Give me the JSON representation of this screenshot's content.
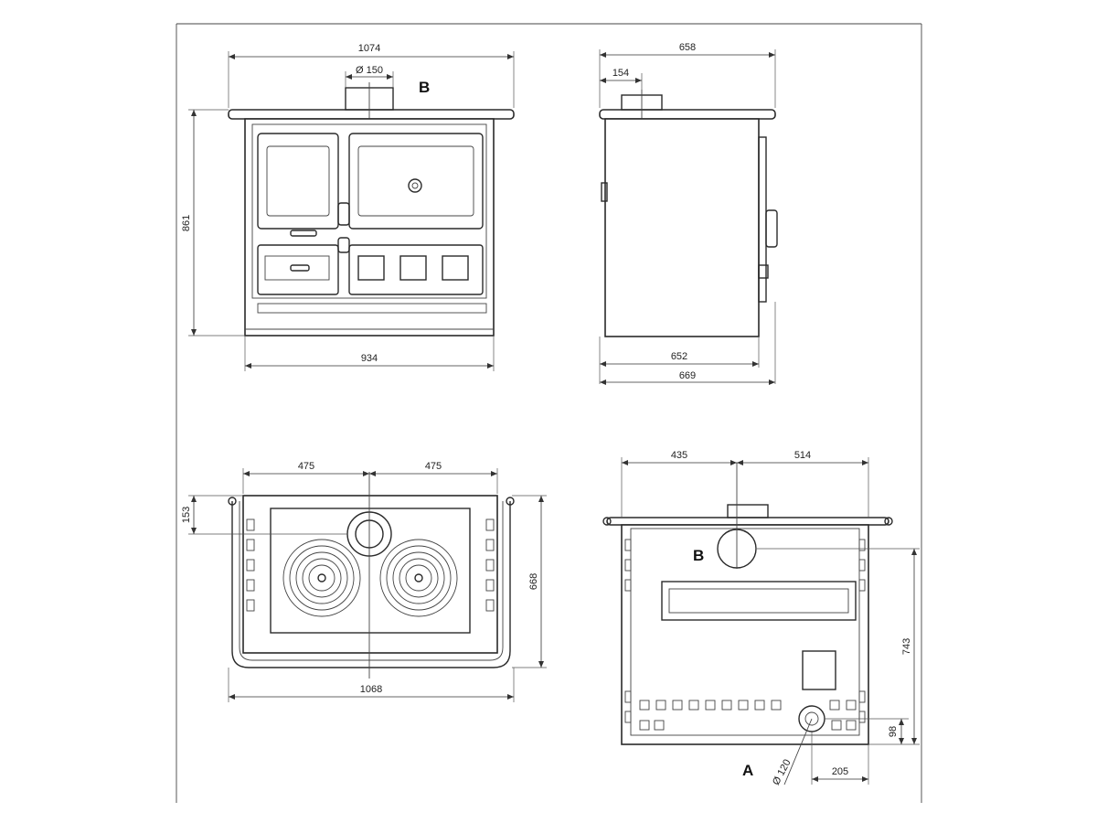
{
  "front_view": {
    "top_width": "1074",
    "flue_diameter": "Ø 150",
    "flue_label": "B",
    "height": "861",
    "body_width": "934"
  },
  "side_view": {
    "top_depth": "658",
    "flue_offset": "154",
    "body_depth": "652",
    "total_depth": "669"
  },
  "top_view": {
    "half_left": "475",
    "half_right": "475",
    "flue_offset": "153",
    "depth": "668",
    "width": "1068"
  },
  "rear_view": {
    "left_offset": "435",
    "right_offset": "514",
    "flue_label_b": "B",
    "height_b": "743",
    "air_label": "A",
    "air_diameter": "Ø 120",
    "air_height": "98",
    "air_offset": "205"
  }
}
